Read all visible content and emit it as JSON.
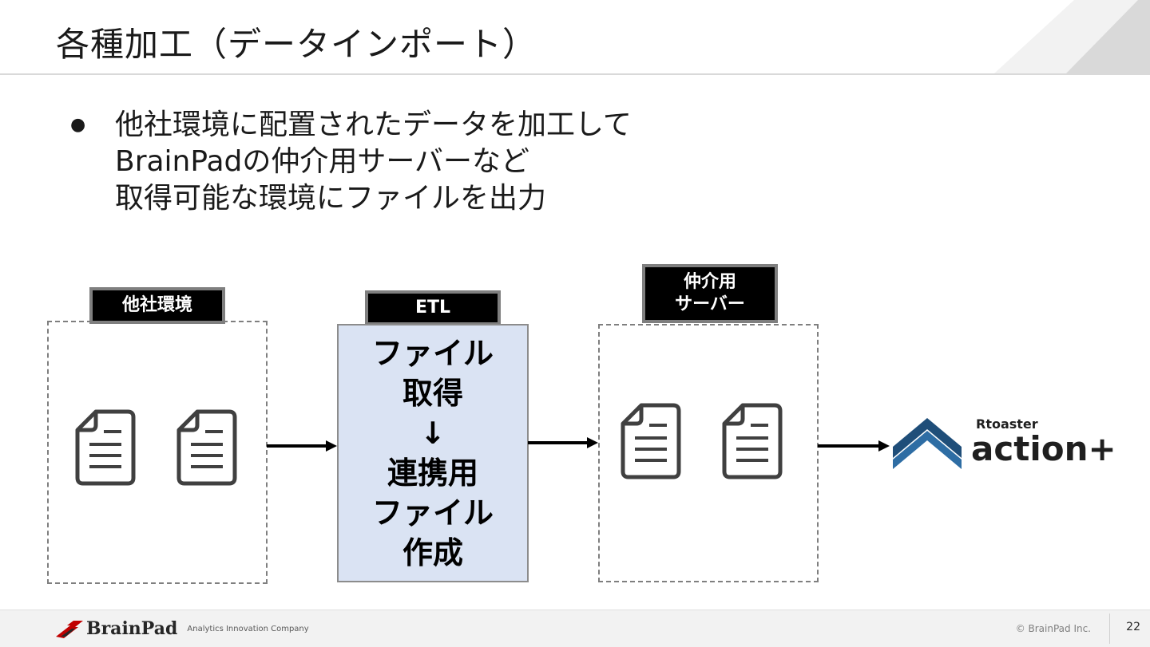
{
  "slide": {
    "title": "各種加工（データインポート）",
    "bullet_lines": [
      "他社環境に配置されたデータを加工して",
      "BrainPadの仲介用サーバーなど",
      "取得可能な環境にファイルを出力"
    ]
  },
  "diagram": {
    "source": {
      "tag": "他社環境",
      "files": 2
    },
    "etl": {
      "tag": "ETL",
      "steps": [
        "ファイル",
        "取得",
        "↓",
        "連携用",
        "ファイル",
        "作成"
      ]
    },
    "relay": {
      "tag_lines": [
        "仲介用",
        "サーバー"
      ],
      "files": 2
    },
    "target": {
      "logo_small": "Rtoaster",
      "logo_big": "action+"
    }
  },
  "footer": {
    "brand": "BrainPad",
    "tagline": "Analytics Innovation Company",
    "copyright": "© BrainPad Inc.",
    "page_number": "22"
  },
  "colors": {
    "etl_fill": "#dae3f3",
    "logo_blue": "#1f4e79",
    "tag_fill": "#000000"
  },
  "icons": [
    "document-icon",
    "chevron-up-icon"
  ]
}
